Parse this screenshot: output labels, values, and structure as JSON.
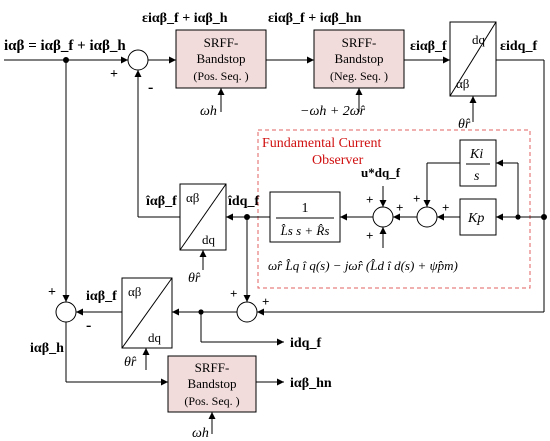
{
  "colors": {
    "block_fill": "#f2dcdb",
    "observer_border": "#e06060",
    "observer_title": "#d01010"
  },
  "top": {
    "input_label": "iαβ = iαβ_f + iαβ_h",
    "after_sum_label": "εiαβ_f + iαβ_h",
    "after_bs1_label": "εiαβ_f + iαβ_hn",
    "after_bs2_label": "εiαβ_f",
    "after_dq_label": "εidq_f",
    "sum1_plus": "+",
    "sum1_minus": "-"
  },
  "blocks": {
    "bs1": {
      "line1": "SRFF-",
      "line2": "Bandstop",
      "line3": "(Pos. Seq. )",
      "param": "ωh"
    },
    "bs2": {
      "line1": "SRFF-",
      "line2": "Bandstop",
      "line3": "(Neg. Seq. )",
      "param": "−ωh + 2ω̂r"
    },
    "bs3": {
      "line1": "SRFF-",
      "line2": "Bandstop",
      "line3": "(Pos. Seq. )",
      "param": "ωh"
    }
  },
  "transforms": {
    "t1": {
      "top": "dq",
      "bottom": "αβ",
      "param": "θ̂r"
    },
    "t2": {
      "top": "αβ",
      "bottom": "dq",
      "param": "θ̂r"
    },
    "t3": {
      "top": "αβ",
      "bottom": "dq",
      "param": "θ̂r"
    }
  },
  "observer": {
    "title_line1": "Fundamental Current",
    "title_line2": "Observer",
    "ref_label": "u*dq_f",
    "ki_num": "Ki",
    "ki_den": "s",
    "kp_label": "Kp",
    "plant_num": "1",
    "plant_den": "L̂s s + R̂s",
    "decoupling_expr": "ω̂r L̂q î q(s) − jω̂r (L̂d î d(s) + ψ̂pm)",
    "sum_plus": "+",
    "sum_minus": "-"
  },
  "signals": {
    "iab_f_hat": "îαβ_f",
    "idq_f_hat": "îdq_f",
    "iab_f": "iαβ_f",
    "iab_h": "iαβ_h",
    "idq_f": "idq_f",
    "iab_hn": "iαβ_hn"
  }
}
